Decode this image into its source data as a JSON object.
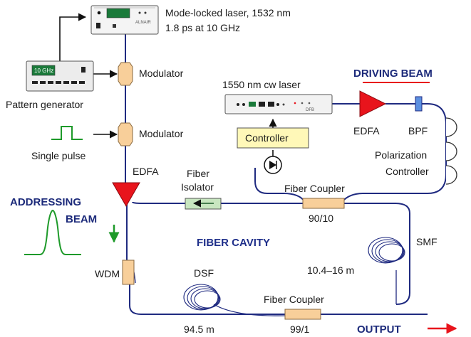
{
  "labels": {
    "laser_title": "Mode-locked laser, 1532 nm",
    "laser_spec": "1.8 ps at 10 GHz",
    "laser_brand": "ALNAIR",
    "pattern_screen": "10 GHz",
    "pattern_generator": "Pattern generator",
    "modulator_1": "Modulator",
    "modulator_2": "Modulator",
    "single_pulse": "Single pulse",
    "edfa_left": "EDFA",
    "addressing_beam_1": "ADDRESSING",
    "addressing_beam_2": "BEAM",
    "cw_laser": "1550 nm cw laser",
    "cw_brand": "DFB",
    "driving_beam": "DRIVING BEAM",
    "controller": "Controller",
    "edfa_right": "EDFA",
    "bpf": "BPF",
    "polarization_1": "Polarization",
    "polarization_2": "Controller",
    "fiber_isolator_1": "Fiber",
    "fiber_isolator_2": "Isolator",
    "fiber_coupler_top": "Fiber Coupler",
    "ratio_top": "90/10",
    "fiber_cavity": "FIBER CAVITY",
    "smf": "SMF",
    "smf_length": "10.4–16 m",
    "wdm": "WDM",
    "dsf": "DSF",
    "dsf_length": "94.5 m",
    "fiber_coupler_bottom": "Fiber Coupler",
    "ratio_bottom": "99/1",
    "output": "OUTPUT"
  },
  "colors": {
    "fiber": "#1f2a80",
    "edfa": "#e8141c",
    "component": "#f8cf9a",
    "controller_box": "#fff8b8",
    "isolator": "#c8e6c0",
    "addressing_pulse": "#1e9a2a",
    "output_arrow": "#e8141c",
    "bpf": "#5b8fe0"
  },
  "icons": [
    "mode-locked-laser-device",
    "pattern-generator-device",
    "modulator",
    "single-pulse-waveform",
    "edfa-amplifier",
    "cw-laser-device",
    "controller-box",
    "photodiode",
    "band-pass-filter",
    "polarization-controller-paddles",
    "fiber-isolator-arrow",
    "fiber-coupler",
    "fiber-coil",
    "wdm-coupler",
    "gaussian-pulse",
    "output-arrow"
  ]
}
